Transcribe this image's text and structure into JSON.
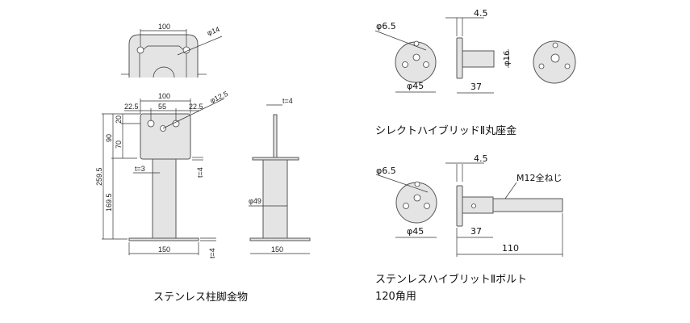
{
  "captions": {
    "column_base": "ステンレス柱脚金物",
    "washer": "シレクトハイブリッドⅡ丸座金",
    "bolt": "ステンレスハイブリットⅡボルト",
    "bolt_sub": "120角用"
  },
  "column_dims": {
    "top_width": "100",
    "top_hole": "φ14",
    "front_width": "100",
    "left_edge": "22.5",
    "pitch": "55",
    "right_edge": "22.5",
    "hole": "φ12.5",
    "top_offset": "20",
    "hole_to_base": "70",
    "plate_height": "90",
    "total_height": "259.5",
    "post_height": "169.5",
    "post_t": "t=3",
    "plate_t": "t=4",
    "base_t": "t=4",
    "base_width": "150",
    "side_t": "t=4",
    "tube_dia": "φ49",
    "side_base_width": "150"
  },
  "washer_dims": {
    "hole": "φ6.5",
    "dia": "φ45",
    "thick": "4.5",
    "stem_dia": "φ16",
    "length": "37"
  },
  "bolt_dims": {
    "hole": "φ6.5",
    "dia": "φ45",
    "thick": "4.5",
    "thread": "M12全ねじ",
    "length": "37",
    "total": "110"
  }
}
